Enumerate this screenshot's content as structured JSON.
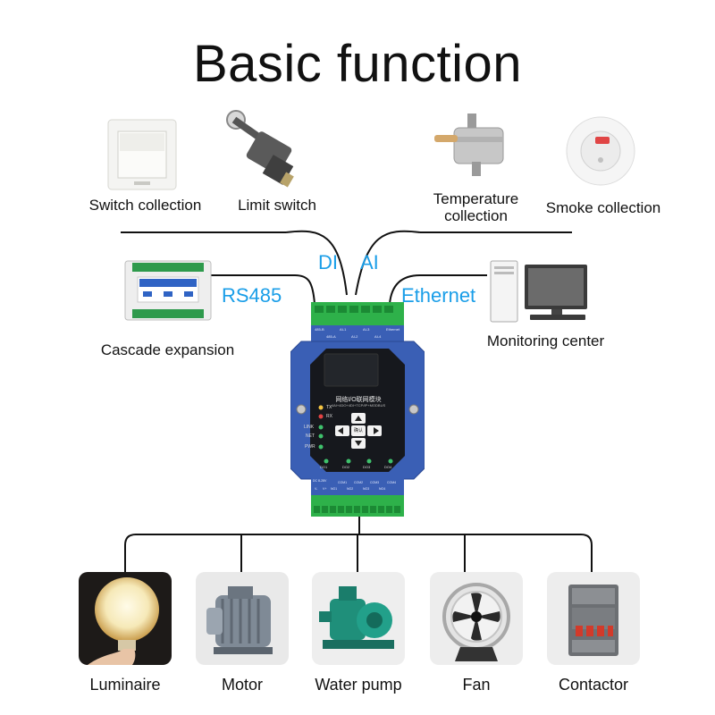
{
  "title": "Basic function",
  "inputs": {
    "switch": "Switch collection",
    "limit": "Limit switch",
    "temperature_line1": "Temperature",
    "temperature_line2": "collection",
    "smoke": "Smoke collection"
  },
  "ports": {
    "di": "DI",
    "ai": "AI",
    "rs485": "RS485",
    "ethernet": "Ethernet"
  },
  "side": {
    "cascade": "Cascade expansion",
    "monitoring": "Monitoring center"
  },
  "device": {
    "module_name": "网络I/O联网模块",
    "module_sub": "4AI+4DO+4DI+TCP/IP+MODBUS",
    "indicators": [
      "TX",
      "RX",
      "LINK",
      "NET",
      "PWR"
    ],
    "center_key": "确认",
    "do_labels": [
      "DO1",
      "DO2",
      "DO3",
      "DO4"
    ],
    "top_pins": [
      "485-B",
      "485-A",
      "AI-1",
      "AI-2",
      "AI-3",
      "AI-4",
      "Ethernet"
    ],
    "bottom_pins": [
      "DC 8-28V",
      "V-",
      "V+",
      "NO1",
      "COM1",
      "NO2",
      "COM2",
      "NO3",
      "COM3",
      "NO4",
      "COM4"
    ]
  },
  "outputs": [
    {
      "label": "Luminaire",
      "icon": "light-bulb-photo"
    },
    {
      "label": "Motor",
      "icon": "motor-photo"
    },
    {
      "label": "Water pump",
      "icon": "water-pump-photo"
    },
    {
      "label": "Fan",
      "icon": "fan-photo"
    },
    {
      "label": "Contactor",
      "icon": "contactor-photo"
    }
  ],
  "colors": {
    "accent": "#1a9ee8",
    "device_blue": "#3a5fb5",
    "terminal_green": "#2eb14a",
    "wire": "#111111"
  }
}
